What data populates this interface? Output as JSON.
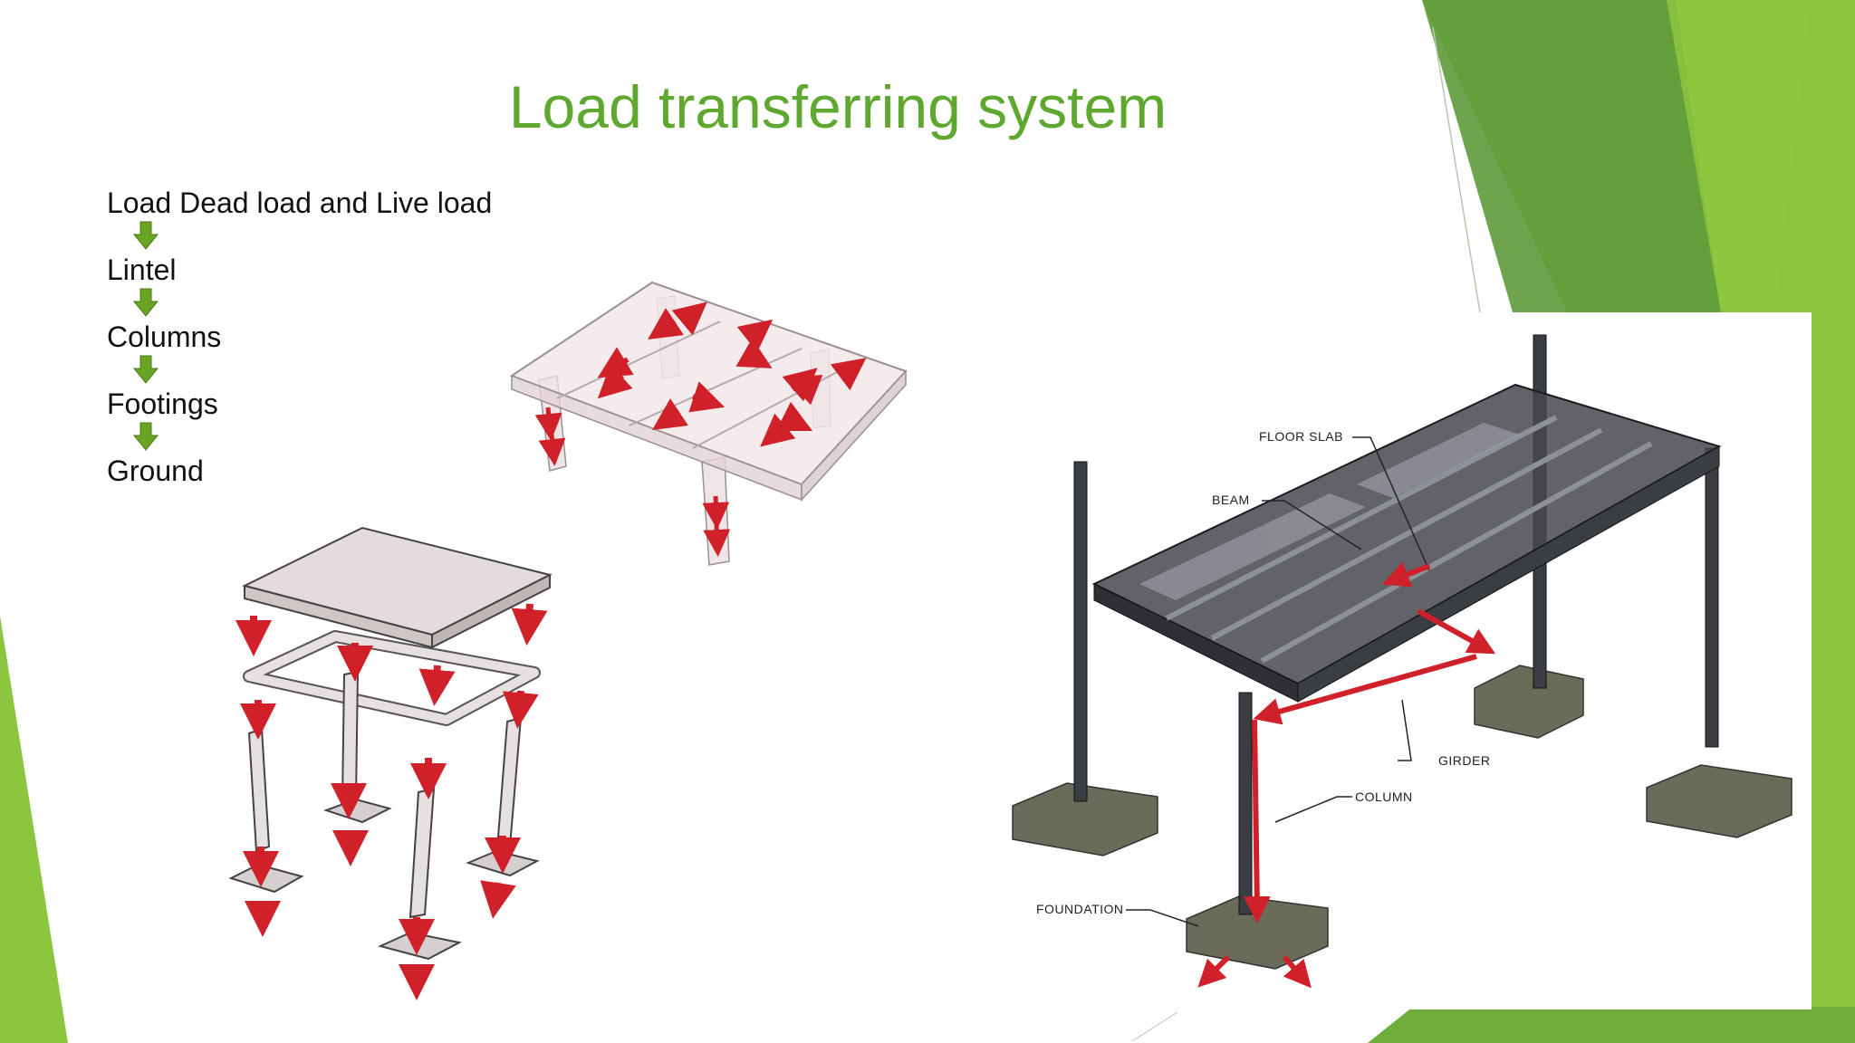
{
  "slide": {
    "title": "Load transferring system",
    "flow": [
      {
        "label": "Load Dead load and Live load"
      },
      {
        "label": "Lintel"
      },
      {
        "label": "Columns"
      },
      {
        "label": "Footings"
      },
      {
        "label": "Ground"
      }
    ],
    "structure_labels": {
      "floor_slab": "FLOOR SLAB",
      "beam": "BEAM",
      "girder": "GIRDER",
      "column": "COLUMN",
      "foundation": "FOUNDATION"
    }
  },
  "colors": {
    "title_green": "#5fa830",
    "accent_green_light": "#8cc63f",
    "accent_green_dark": "#5e9a3a",
    "arrow_red": "#d0202a",
    "flow_arrow_green": "#6aa423"
  },
  "icons": [
    "down-arrow-icon"
  ]
}
